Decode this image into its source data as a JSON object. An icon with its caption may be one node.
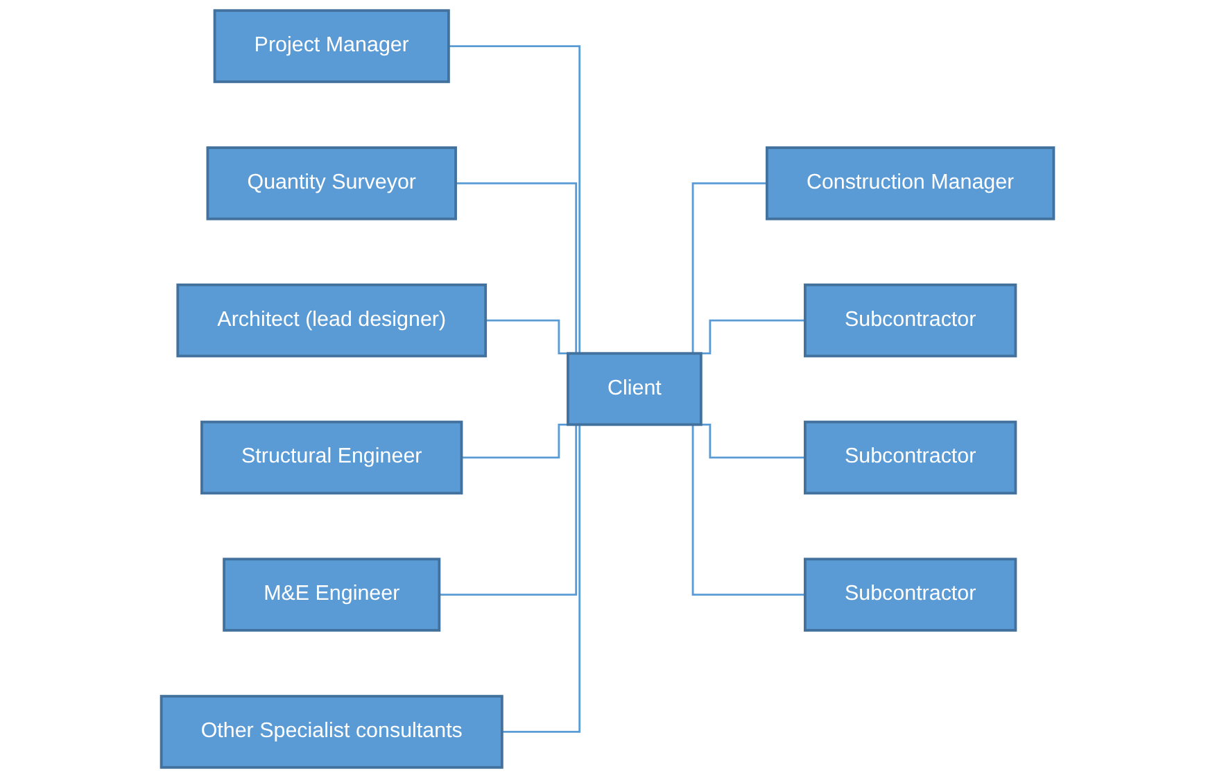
{
  "diagram": {
    "nodes": [
      {
        "text": [
          "Project Manager"
        ]
      },
      {
        "text": [
          "Quantity Surveyor"
        ]
      },
      {
        "text": [
          "Architect (lead designer)"
        ]
      },
      {
        "text": [
          "Structural Engineer"
        ]
      },
      {
        "text": [
          "M&E Engineer"
        ]
      },
      {
        "text": [
          "Other Specialist consultants"
        ]
      },
      {
        "text": [
          "Client"
        ]
      },
      {
        "text": [
          "Construction Manager"
        ]
      },
      {
        "text": [
          "Subcontractor"
        ]
      },
      {
        "text": [
          "Subcontractor"
        ]
      },
      {
        "text": [
          "Subcontractor"
        ]
      }
    ],
    "edges": [
      {
        "from": 0,
        "to": 6,
        "arrow": "none"
      },
      {
        "from": 1,
        "to": 6,
        "arrow": "none"
      },
      {
        "from": 2,
        "to": 6,
        "arrow": "none"
      },
      {
        "from": 3,
        "to": 6,
        "arrow": "none"
      },
      {
        "from": 4,
        "to": 6,
        "arrow": "none"
      },
      {
        "from": 5,
        "to": 6,
        "arrow": "none"
      },
      {
        "from": 6,
        "to": 7,
        "arrow": "none"
      },
      {
        "from": 6,
        "to": 8,
        "arrow": "none"
      },
      {
        "from": 6,
        "to": 9,
        "arrow": "none"
      },
      {
        "from": 6,
        "to": 10,
        "arrow": "none"
      }
    ]
  }
}
